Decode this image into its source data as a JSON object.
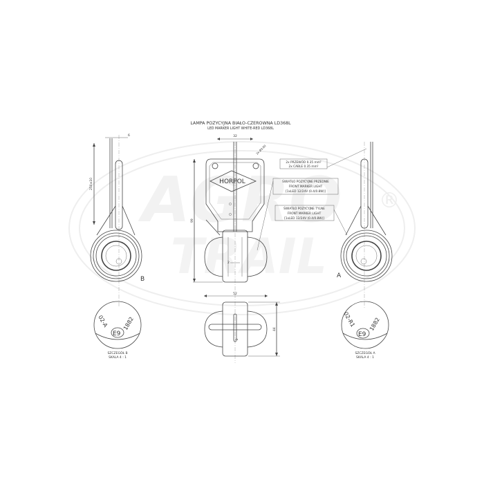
{
  "watermark": {
    "top": "AGRO",
    "bottom": "TRAIL",
    "registered": "®"
  },
  "title": {
    "main": "LAMPA POZYCYJNA BIAŁO-CZEROWNA LD368L",
    "sub": "LED MARKER LIGHT WHITE-RED LD368L"
  },
  "dimensions": {
    "cable_length": "250±10",
    "cable_offset": "6",
    "top_width": "32",
    "hole": "2x Ø3.80",
    "height": "99",
    "gap": "2",
    "bottom_width": "52",
    "depth": "44",
    "bottom_gap": "2"
  },
  "brand": "HORPOL",
  "callouts": {
    "cable": [
      "2x PRZEWÓD 0.35 mm²",
      "2x CABLE 0.35 mm²"
    ],
    "front": [
      "ŚWIATŁO POZYCYJNE PRZEDNIE",
      "FRONT MARKER LIGHT",
      "[1xLED 12/24V (0.4/0.8W)]"
    ],
    "rear": [
      "ŚWIATŁO POZYCYJNE TYLNE",
      "FRONT MARKER LIGHT",
      "[1xLED 12/24V (0.4/0.8W)]"
    ]
  },
  "views": {
    "left_label": "B",
    "right_label": "A"
  },
  "details": {
    "b": {
      "marking": "02-A",
      "approval": "E9",
      "number": "1882",
      "caption": "SZCZEGÓŁ B",
      "scale": "SKALA 4 : 1"
    },
    "a": {
      "marking": "02-R1",
      "approval": "E9",
      "number": "1882",
      "caption": "SZCZEGÓŁ A",
      "scale": "SKALA 4 : 1"
    }
  }
}
